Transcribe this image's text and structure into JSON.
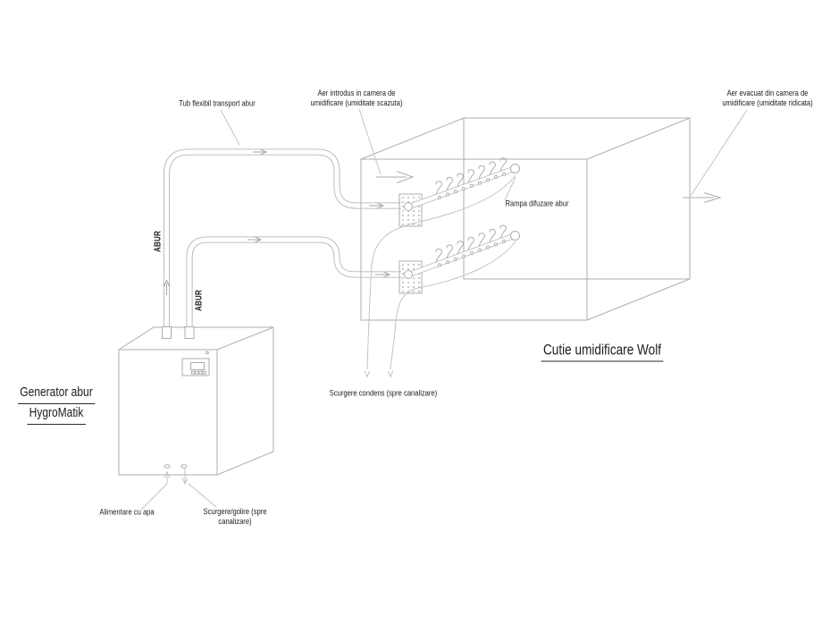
{
  "labels": {
    "tub_flexibil": "Tub flexibil transport abur",
    "aer_introdus_l1": "Aer introdus in camera de",
    "aer_introdus_l2": "umidificare (umiditate scazuta)",
    "aer_evacuat_l1": "Aer evacuat din camera de",
    "aer_evacuat_l2": "umidificare (umiditate ridicata)",
    "rampa": "Rampa difuzare abur",
    "cutie": "Cutie umidificare Wolf",
    "generator_l1": "Generator abur",
    "generator_l2": "HygroMatik",
    "scurgere_condens": "Scurgere condens (spre canalizare)",
    "alimentare": "Alimentare cu apa",
    "scurgere_golire_l1": "Scurgere/golire (spre",
    "scurgere_golire_l2": "canalizare)",
    "abur_left": "ABUR",
    "abur_right": "ABUR"
  },
  "colors": {
    "line": "#adadad",
    "line_light": "#c3c3c3",
    "text": "#1c1c1c",
    "background": "#ffffff"
  }
}
